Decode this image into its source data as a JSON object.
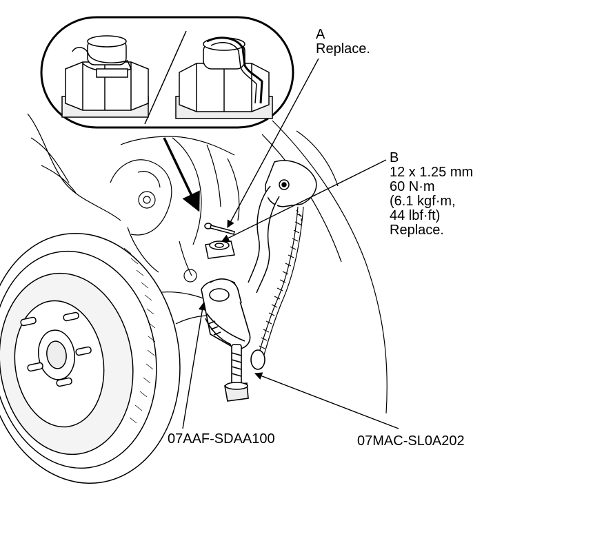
{
  "callouts": {
    "a": {
      "letter": "A",
      "note": "Replace."
    },
    "b": {
      "letter": "B",
      "lines": [
        "12 x 1.25 mm",
        "60 N·m",
        "(6.1 kgf·m,",
        "44 lbf·ft)",
        "Replace."
      ]
    }
  },
  "tools": {
    "left": "07AAF-SDAA100",
    "right": "07MAC-SL0A202"
  },
  "colors": {
    "line": "#000000",
    "fill": "#ffffff",
    "shade": "#dcdcdc"
  }
}
